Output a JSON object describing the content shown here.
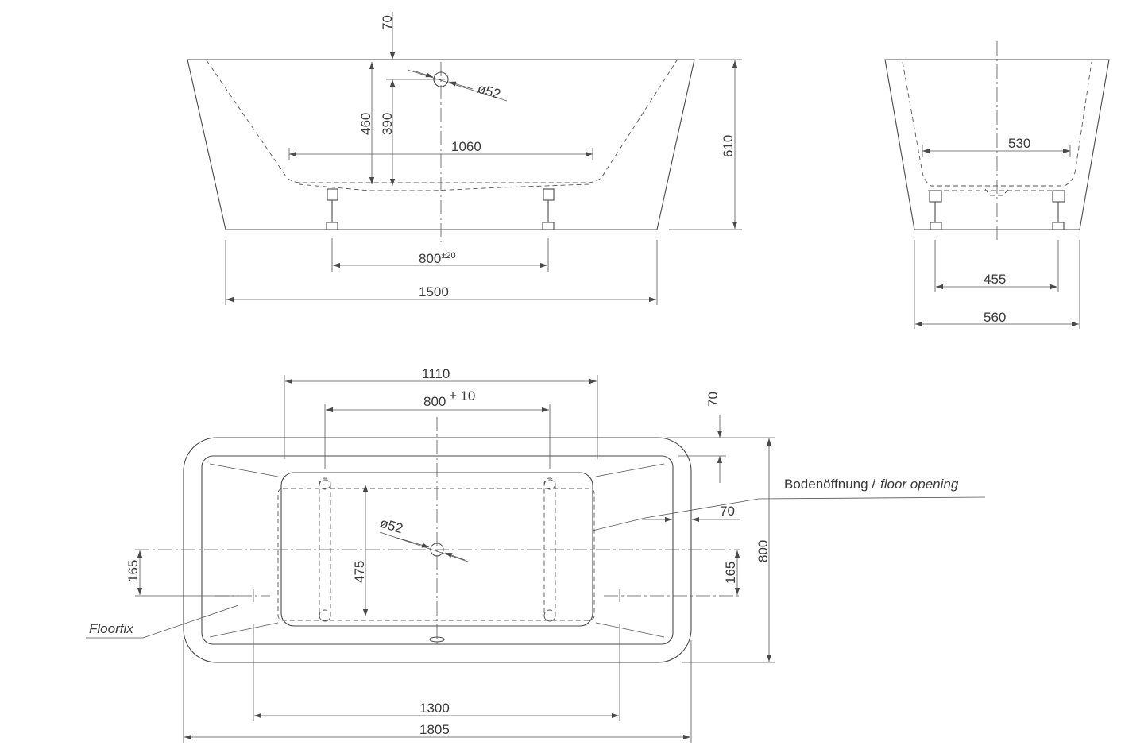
{
  "side_view": {
    "dims": {
      "d70": "70",
      "d460": "460",
      "d390": "390",
      "d_waste": "ø52",
      "d1060": "1060",
      "d610": "610",
      "d800": "800",
      "d800_tol": "±20",
      "d1500": "1500"
    }
  },
  "end_view": {
    "dims": {
      "d530": "530",
      "d455": "455",
      "d560": "560"
    }
  },
  "plan_view": {
    "dims": {
      "d1110": "1110",
      "d800": "800",
      "d800_tol": "± 10",
      "d70_top": "70",
      "d70_right": "70",
      "d_waste": "ø52",
      "d475": "475",
      "d165_left": "165",
      "d165_right": "165",
      "d800_depth": "800",
      "d1300": "1300",
      "d1805": "1805"
    },
    "labels": {
      "floor_opening_de": "Bodenöffnung /",
      "floor_opening_en": "floor opening",
      "floorfix": "Floorfix"
    }
  },
  "colors": {
    "line": "#4a4a4a",
    "text": "#3a3a3a",
    "background": "#ffffff"
  }
}
